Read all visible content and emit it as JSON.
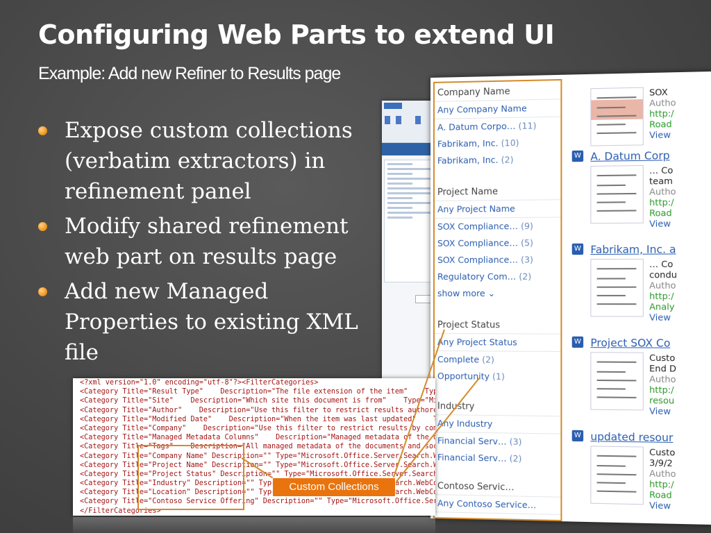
{
  "slide": {
    "title": "Configuring Web Parts to extend UI",
    "subtitle": "Example: Add new Refiner to Results page",
    "bullets": [
      "Expose custom collections (verbatim extractors) in refinement panel",
      "Modify shared refinement web part on results page",
      "Add new Managed Properties to existing XML file"
    ],
    "callout": "Custom Collections"
  },
  "refinement_panel": {
    "groups": [
      {
        "heading": "Company Name",
        "items": [
          {
            "label": "Any Company Name",
            "count": ""
          },
          {
            "label": "A. Datum Corpo…",
            "count": "(11)"
          },
          {
            "label": "Fabrikam, Inc.",
            "count": "(10)"
          },
          {
            "label": "Fabrikam, Inc.",
            "count": "(2)"
          }
        ]
      },
      {
        "heading": "Project Name",
        "items": [
          {
            "label": "Any Project Name",
            "count": ""
          },
          {
            "label": "SOX Compliance…",
            "count": "(9)"
          },
          {
            "label": "SOX Compliance…",
            "count": "(5)"
          },
          {
            "label": "SOX Compliance…",
            "count": "(3)"
          },
          {
            "label": "Regulatory Com…",
            "count": "(2)"
          },
          {
            "label": "show more ⌄",
            "count": ""
          }
        ]
      },
      {
        "heading": "Project Status",
        "items": [
          {
            "label": "Any Project Status",
            "count": ""
          },
          {
            "label": "Complete",
            "count": "(2)"
          },
          {
            "label": "Opportunity",
            "count": "(1)"
          }
        ]
      },
      {
        "heading": "Industry",
        "items": [
          {
            "label": "Any Industry",
            "count": ""
          },
          {
            "label": "Financial Serv…",
            "count": "(3)"
          },
          {
            "label": "Financial Serv…",
            "count": "(2)"
          }
        ]
      },
      {
        "heading": "Contoso Servic…",
        "items": [
          {
            "label": "Any Contoso Service…",
            "count": ""
          }
        ]
      }
    ]
  },
  "results": [
    {
      "title": "",
      "lines": [
        "SOX",
        "Autho",
        "http:/",
        "Road",
        "View"
      ]
    },
    {
      "title": "A. Datum Corp",
      "lines": [
        "… Co",
        "team",
        "Autho",
        "http:/",
        "Road",
        "View"
      ]
    },
    {
      "title": "Fabrikam, Inc. a",
      "lines": [
        "… Co",
        "condu",
        "Autho",
        "http:/",
        "Analy",
        "View"
      ]
    },
    {
      "title": "Project SOX Co",
      "lines": [
        "Custo",
        "End D",
        "Autho",
        "http:/",
        "resou",
        "View"
      ]
    },
    {
      "title": "updated resour",
      "lines": [
        "Custo",
        "3/9/2",
        "Autho",
        "http:/",
        "Road",
        "View"
      ]
    }
  ],
  "xml_lines": [
    "<?xml version=\"1.0\" encoding=\"utf-8\"?><FilterCategories>",
    "<Category Title=\"Result Type\"    Description=\"The file extension of the item\"    Type=\"Mic",
    "<Category Title=\"Site\"    Description=\"Which site this document is from\"    Type=\"Microsof",
    "<Category Title=\"Author\"    Description=\"Use this filter to restrict results authored by a",
    "<Category Title=\"Modified Date\"    Description=\"When the item was last updated\"    Type=\"M",
    "<Category Title=\"Company\"    Description=\"Use this filter to restrict results by company\"",
    "<Category Title=\"Managed Metadata Columns\"    Description=\"Managed metadata of the documen",
    "<Category Title=\"Tags\"    Description=\"All managed metadata of the documents and social ta",
    "<Category Title=\"Company Name\" Description=\"\" Type=\"Microsoft.Office.Server.Search.WebCont",
    "<Category Title=\"Project Name\" Description=\"\" Type=\"Microsoft.Office.Server.Search.WebCont",
    "<Category Title=\"Project Status\" Description=\"\" Type=\"Microsoft.Office.Server.Search.WebCo",
    "<Category Title=\"Industry\" Description=\"\" Type=\"Microsoft.Office.Server.Search.WebControls",
    "<Category Title=\"Location\" Description=\"\" Type=\"Microsoft.Office.Server.Search.WebControls",
    "<Category Title=\"Contoso Service Offering\" Description=\"\" Type=\"Microsoft.Office.Server.Se",
    "</FilterCategories>"
  ],
  "colors": {
    "background": "#474747",
    "accent_orange": "#e9740e",
    "link_blue": "#2a5db0",
    "url_green": "#2a9a2a"
  }
}
